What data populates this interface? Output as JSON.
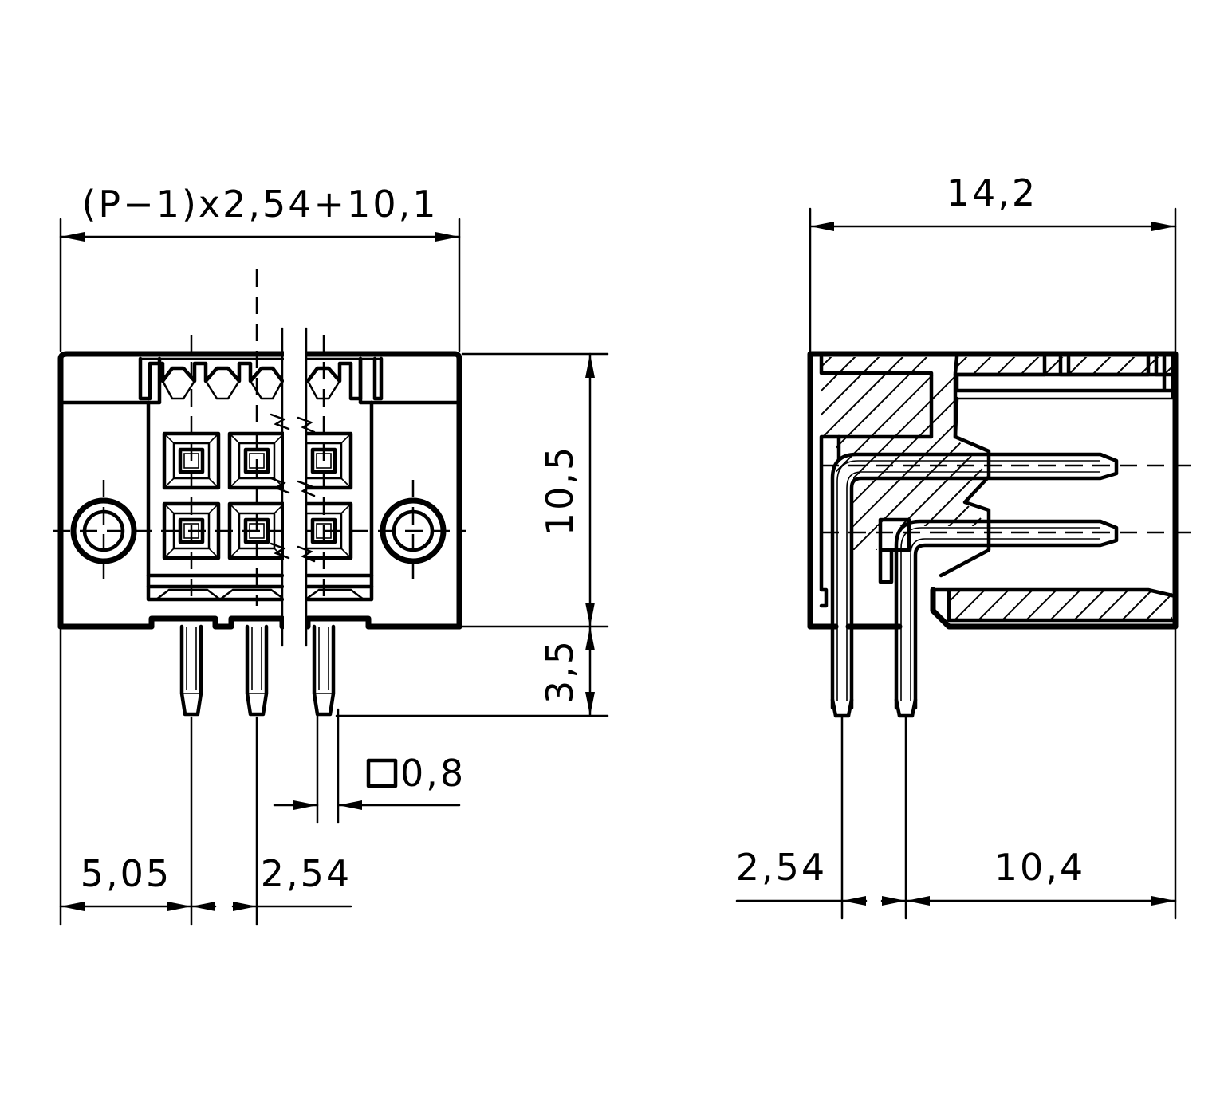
{
  "front_view": {
    "dims": {
      "overall_width": "(P−1)x2,54+10,1",
      "body_height": "10,5",
      "pin_length": "3,5",
      "pin_size": "0,8",
      "edge_to_pin": "5,05",
      "pitch": "2,54"
    }
  },
  "side_view": {
    "dims": {
      "depth": "14,2",
      "row_pitch": "2,54",
      "pin_to_front": "10,4"
    }
  },
  "icons": {
    "square_symbol": "square-section-icon"
  }
}
